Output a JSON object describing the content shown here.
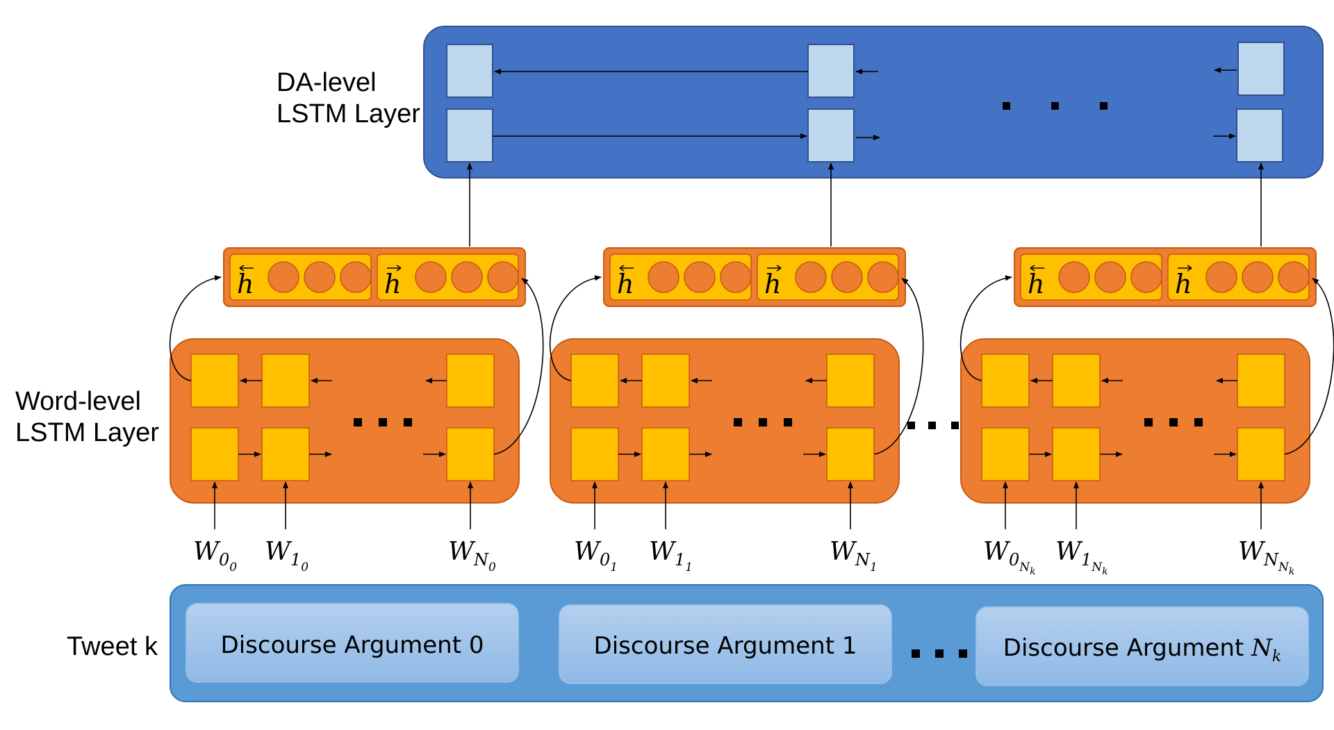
{
  "labels": {
    "da_level_line1": "DA-level",
    "da_level_line2": "LSTM Layer",
    "word_level_line1": "Word-level",
    "word_level_line2": "LSTM Layer",
    "tweet": "Tweet k"
  },
  "arguments": [
    {
      "text": "Discourse Argument 0",
      "suffix": ""
    },
    {
      "text": "Discourse Argument 1",
      "suffix": ""
    },
    {
      "text": "Discourse Argument ",
      "suffix": "N",
      "suffix_sub": "k"
    }
  ],
  "word_inputs": [
    [
      {
        "base": "W",
        "sub": "0",
        "subsub": "0"
      },
      {
        "base": "W",
        "sub": "1",
        "subsub": "0"
      },
      {
        "base": "W",
        "sub": "N",
        "subsub": "0"
      }
    ],
    [
      {
        "base": "W",
        "sub": "0",
        "subsub": "1"
      },
      {
        "base": "W",
        "sub": "1",
        "subsub": "1"
      },
      {
        "base": "W",
        "sub": "N",
        "subsub": "1"
      }
    ],
    [
      {
        "base": "W",
        "sub": "0",
        "subsub": "N",
        "subsubsub": "k"
      },
      {
        "base": "W",
        "sub": "1",
        "subsub": "N",
        "subsubsub": "k"
      },
      {
        "base": "W",
        "sub": "N",
        "subsub": "N",
        "subsubsub": "k"
      }
    ]
  ],
  "hidden_vectors": {
    "backward": "h",
    "forward": "h"
  },
  "colors": {
    "da_layer": "#4472c4",
    "lstm_cell_light": "#bdd7ee",
    "word_layer": "#ed7d31",
    "word_cell": "#ffc000",
    "tweet_box": "#5b9bd5",
    "argument_box": "#9dc3e6"
  }
}
